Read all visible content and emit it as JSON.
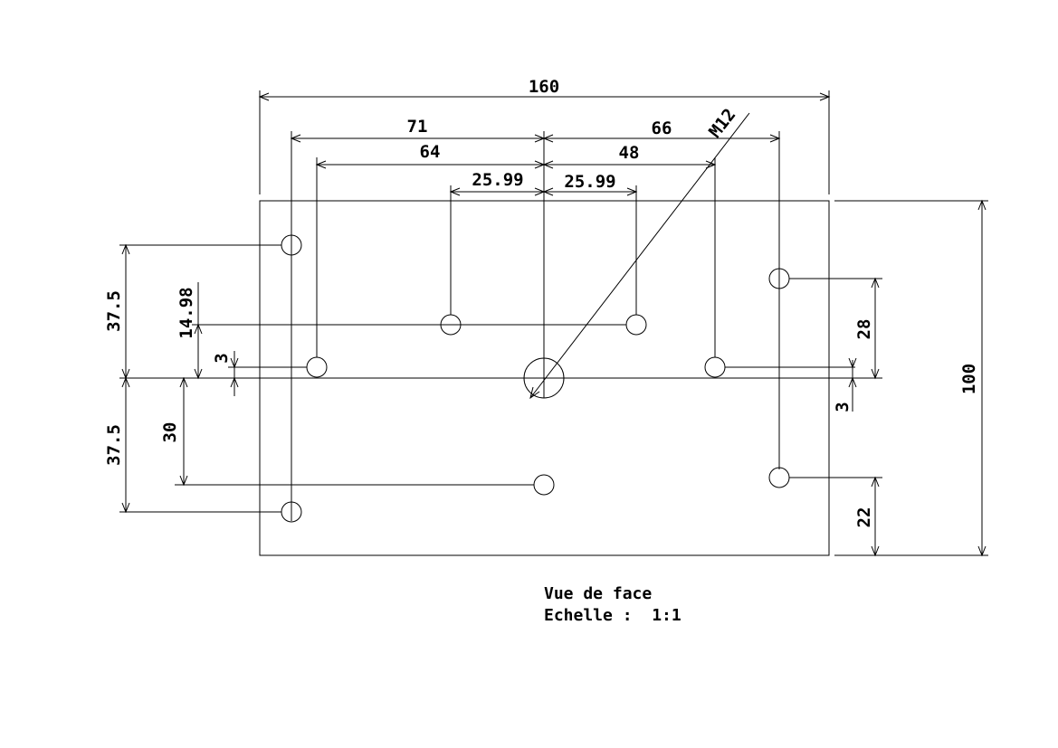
{
  "dimensions": {
    "overall_width": "160",
    "overall_height": "100",
    "left_hole_offset": "71",
    "left_inner_offset": "64",
    "center_left": "25.99",
    "center_right": "25.99",
    "right_inner_offset": "48",
    "right_hole_offset": "66",
    "left_upper_vertical": "37.5",
    "left_lower_vertical": "37.5",
    "upper_center_holes_vertical": "14.98",
    "side_holes_offset_left": "3",
    "lower_center_hole_vertical": "30",
    "right_upper_vertical": "28",
    "side_holes_offset_right": "3",
    "right_lower_vertical": "22",
    "thread_callout": "M12"
  },
  "caption": {
    "view": "Vue de face",
    "scale": "Echelle :  1:1"
  }
}
